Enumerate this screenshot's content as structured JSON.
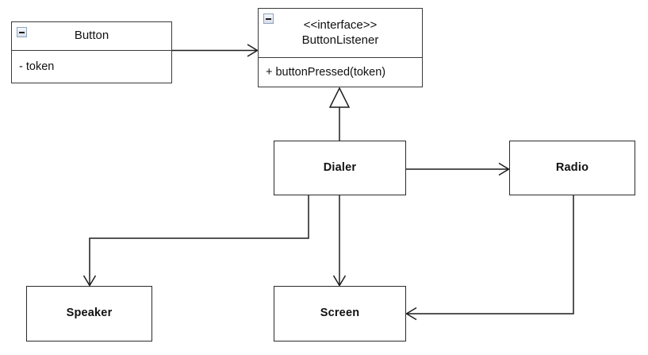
{
  "diagram": {
    "title": "Button / ButtonListener UML class diagram",
    "background": "#ffffff",
    "line_color": "#1d1d1d",
    "box_border_color": "#3a3a3a",
    "icon_border_color": "#8fa3bb"
  },
  "classes": {
    "button": {
      "name": "Button",
      "icon": "collapse-minus-icon",
      "attribute": "- token"
    },
    "button_listener": {
      "stereotype": "<<interface>>",
      "name": "ButtonListener",
      "icon": "collapse-minus-icon",
      "operation": "+ buttonPressed(token)"
    },
    "dialer": {
      "name": "Dialer"
    },
    "radio": {
      "name": "Radio"
    },
    "speaker": {
      "name": "Speaker"
    },
    "screen": {
      "name": "Screen"
    }
  },
  "relationships": [
    {
      "id": "button-to-buttonlistener",
      "from": "Button",
      "to": "ButtonListener",
      "arrow": "open-arrow",
      "kind": "association"
    },
    {
      "id": "dialer-realizes-buttonlistener",
      "from": "Dialer",
      "to": "ButtonListener",
      "arrow": "hollow-triangle",
      "kind": "realization"
    },
    {
      "id": "dialer-to-radio",
      "from": "Dialer",
      "to": "Radio",
      "arrow": "open-arrow",
      "kind": "association"
    },
    {
      "id": "dialer-to-screen",
      "from": "Dialer",
      "to": "Screen",
      "arrow": "open-arrow",
      "kind": "association"
    },
    {
      "id": "dialer-to-speaker",
      "from": "Dialer",
      "to": "Speaker",
      "arrow": "open-arrow",
      "kind": "association"
    },
    {
      "id": "radio-to-screen",
      "from": "Radio",
      "to": "Screen",
      "arrow": "open-arrow",
      "kind": "association"
    }
  ]
}
